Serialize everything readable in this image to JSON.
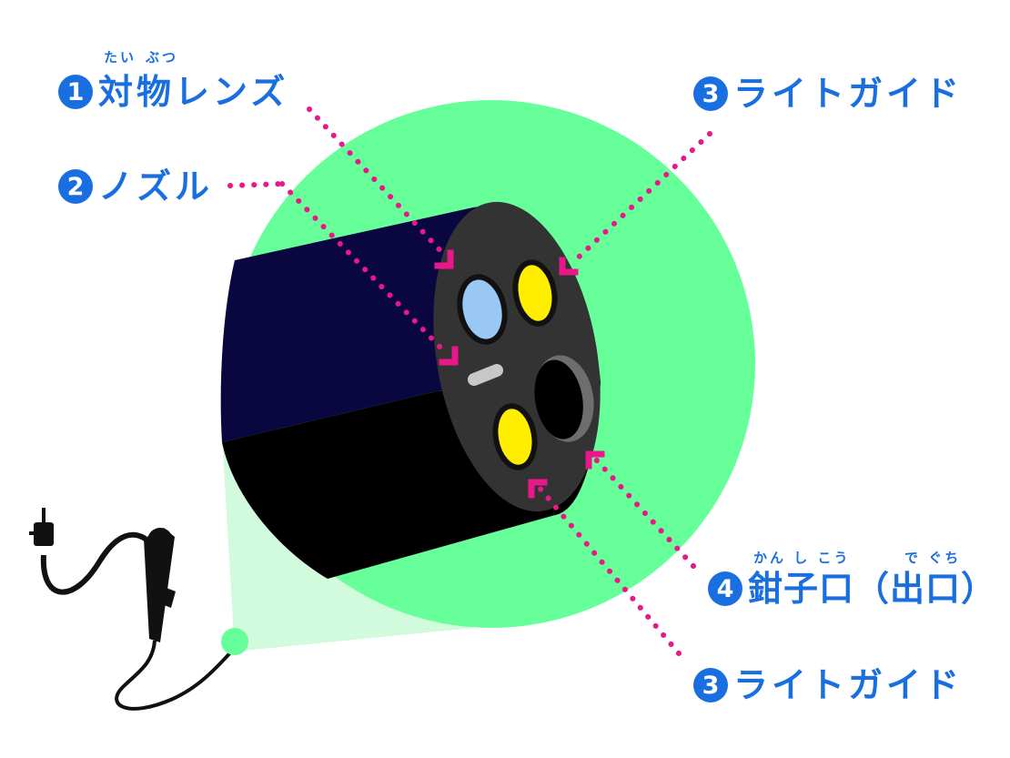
{
  "labels": {
    "objective_lens": {
      "number": "1",
      "text": "対物レンズ",
      "ruby_1": "たい",
      "ruby_2": "ぶつ"
    },
    "nozzle": {
      "number": "2",
      "text": "ノズル"
    },
    "light_guide_top": {
      "number": "3",
      "text": "ライトガイド"
    },
    "light_guide_bottom": {
      "number": "3",
      "text": "ライトガイド"
    },
    "forceps_port": {
      "number": "4",
      "text": "鉗子口（出口）",
      "ruby_1": "かん し こう",
      "ruby_2": "で ぐち"
    }
  },
  "colors": {
    "label_blue": "#1a6fe0",
    "highlight_green": "#66ff99",
    "leader_pink": "#e8178a",
    "tube_navy": "#0a0640",
    "tip_face": "#333333",
    "lens_blue": "#9ac8f5",
    "light_yellow": "#ffee00"
  }
}
